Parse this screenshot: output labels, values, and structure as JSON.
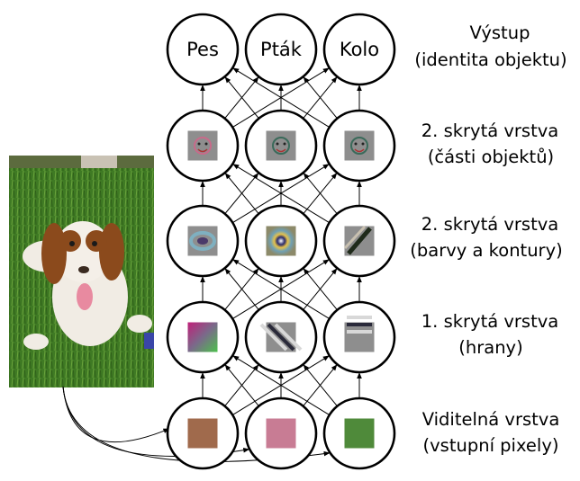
{
  "outputs": [
    "Pes",
    "Pták",
    "Kolo"
  ],
  "layers": [
    {
      "title": "Výstup",
      "subtitle": "(identita objektu)"
    },
    {
      "title": "2. skrytá vrstva",
      "subtitle": "(části objektů)"
    },
    {
      "title": "2. skrytá vrstva",
      "subtitle": "(barvy a kontury)"
    },
    {
      "title": "1. skrytá vrstva",
      "subtitle": "(hrany)"
    },
    {
      "title": "Viditelná vrstva",
      "subtitle": "(vstupní pixely)"
    }
  ],
  "input_pixel_colors": [
    "#a06a4c",
    "#c87c94",
    "#4f8a3a"
  ],
  "colors": {
    "grass": "#4f8a2c",
    "dog_fur": "#8b4a1c",
    "line": "#000000",
    "node_fill": "#ffffff"
  }
}
